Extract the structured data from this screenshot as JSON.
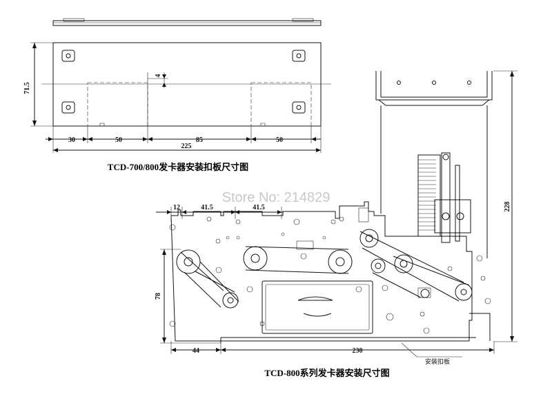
{
  "top_drawing": {
    "caption": "TCD-700/800发卡器安装扣板尺寸图",
    "dims": {
      "height": "71.5",
      "slot_offset": "4",
      "d30": "30",
      "d50a": "50",
      "d85": "85",
      "d50b": "50",
      "total": "225"
    }
  },
  "bottom_drawing": {
    "caption": "TCD-800系列发卡器安装尺寸图",
    "dims": {
      "d12": "12",
      "d41a": "41.5",
      "d41b": "41.5",
      "height78": "78",
      "d44": "44",
      "d230": "230",
      "height228": "228"
    },
    "callout": "安装扣板"
  },
  "watermark": "Store No: 214829"
}
